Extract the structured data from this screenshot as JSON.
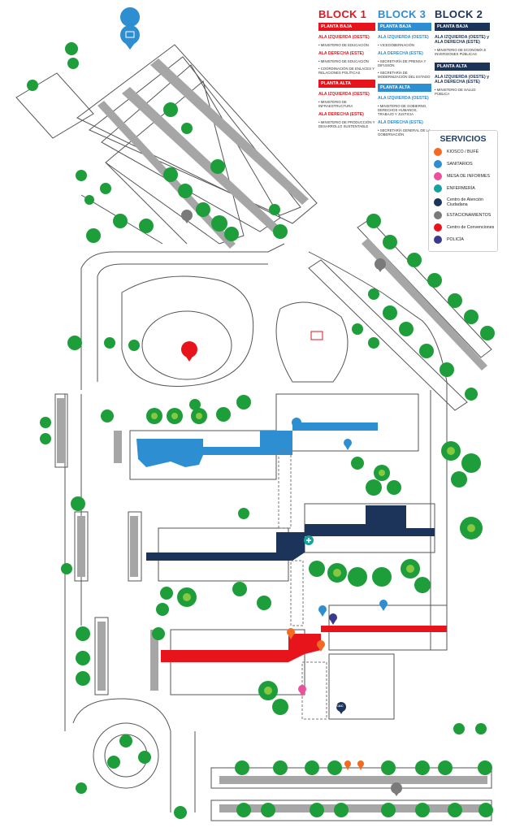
{
  "colors": {
    "block1": "#e8141c",
    "block3": "#2d8ed1",
    "block2": "#1c3459",
    "tree": "#1e9e3a",
    "tree_light": "#86c83f",
    "parking": "#a6a6a6",
    "line": "#555555"
  },
  "blocks": {
    "block1": {
      "title": "BLOCK 1",
      "planta_baja": "PLANTA BAJA",
      "pb_izq": "ALA IZQUIERDA (OESTE)",
      "pb_izq_items": [
        "• MINISTERIO DE EDUCACIÓN"
      ],
      "pb_der": "ALA DERECHA (ESTE)",
      "pb_der_items": [
        "• MINISTERIO DE EDUCACIÓN",
        "• COORDINACIÓN DE ENLACES Y RELACIONES POLÍTICAS"
      ],
      "planta_alta": "PLANTA ALTA",
      "pa_izq": "ALA IZQUIERDA (OESTE)",
      "pa_izq_items": [
        "• MINISTERIO DE INFRAESTRUCTURA"
      ],
      "pa_der": "ALA DERECHA (ESTE)",
      "pa_der_items": [
        "• MINISTERIO DE PRODUCCIÓN Y DESARROLLO SUSTENTABLE"
      ]
    },
    "block3": {
      "title": "BLOCK 3",
      "planta_baja": "PLANTA BAJA",
      "pb_izq": "ALA IZQUIERDA (OESTE)",
      "pb_izq_items": [
        "• VICEGOBERNACIÓN"
      ],
      "pb_der": "ALA DERECHA (ESTE)",
      "pb_der_items": [
        "• SECRETARÍA DE PRENSA Y DIFUSIÓN",
        "• SECRETARÍA DE MODERNIZACIÓN DEL ESTADO"
      ],
      "planta_alta": "PLANTA ALTA",
      "pa_izq": "ALA IZQUIERDA (OESTE)",
      "pa_izq_items": [
        "• MINISTERIO DE GOBIERNO, DERECHOS HUMANOS, TRABAJO Y JUSTICIA"
      ],
      "pa_der": "ALA DERECHA (ESTE)",
      "pa_der_items": [
        "• SECRETARÍA GENERAL DE LA GOBERNACIÓN"
      ]
    },
    "block2": {
      "title": "BLOCK 2",
      "planta_baja": "PLANTA BAJA",
      "pb_ambas": "ALA IZQUIERDA (OESTE) y ALA DERECHA (ESTE)",
      "pb_items": [
        "• MINISTERIO DE ECONOMÍA E INVERSIONES PÚBLICAS"
      ],
      "planta_alta": "PLANTA ALTA",
      "pa_ambas": "ALA IZQUIERDA (OESTE) y ALA DERECHA (ESTE)",
      "pa_items": [
        "• MINISTERIO DE SALUD PÚBLICA"
      ]
    }
  },
  "servicios": {
    "title": "SERVICIOS",
    "items": [
      {
        "label": "KIOSCO / BUFÉ",
        "color": "#f26b21",
        "icon": "kiosk-icon"
      },
      {
        "label": "SANITARIOS",
        "color": "#2d8ed1",
        "icon": "restroom-icon"
      },
      {
        "label": "MESA DE INFORMES",
        "color": "#ec4f9d",
        "icon": "info-icon"
      },
      {
        "label": "ENFERMERÍA",
        "color": "#17a2a0",
        "icon": "cross-icon"
      },
      {
        "label": "Centro de Atención Ciudadana",
        "color": "#1c3459",
        "icon": "cac-icon"
      },
      {
        "label": "ESTACIONAMIENTOS",
        "color": "#7a7a7a",
        "icon": "parking-icon"
      },
      {
        "label": "Centro de Convenciones",
        "color": "#e8141c",
        "icon": "convention-icon"
      },
      {
        "label": "POLICÍA",
        "color": "#3b3a8f",
        "icon": "police-icon"
      }
    ]
  },
  "markers": {
    "cac_label": "CAC"
  }
}
